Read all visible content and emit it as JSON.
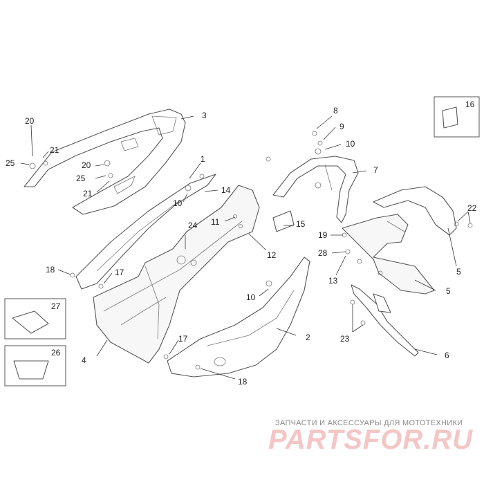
{
  "callouts": {
    "c1": "1",
    "c2": "2",
    "c3": "3",
    "c4": "4",
    "c5a": "5",
    "c5b": "5",
    "c6": "6",
    "c7": "7",
    "c8": "8",
    "c9": "9",
    "c10a": "10",
    "c10b": "10",
    "c10c": "10",
    "c11": "11",
    "c12": "12",
    "c13": "13",
    "c14": "14",
    "c15": "15",
    "c16": "16",
    "c17a": "17",
    "c17b": "17",
    "c18a": "18",
    "c18b": "18",
    "c19": "19",
    "c20a": "20",
    "c20b": "20",
    "c21a": "21",
    "c21b": "21",
    "c22": "22",
    "c23": "23",
    "c24": "24",
    "c25a": "25",
    "c25b": "25",
    "c26": "26",
    "c27": "27",
    "c28": "28"
  },
  "watermark": {
    "tagline": "ЗАПЧАСТИ И АКСЕССУАРЫ ДЛЯ МОТОТЕХНИКИ",
    "logo": "PARTSFOR.RU"
  }
}
